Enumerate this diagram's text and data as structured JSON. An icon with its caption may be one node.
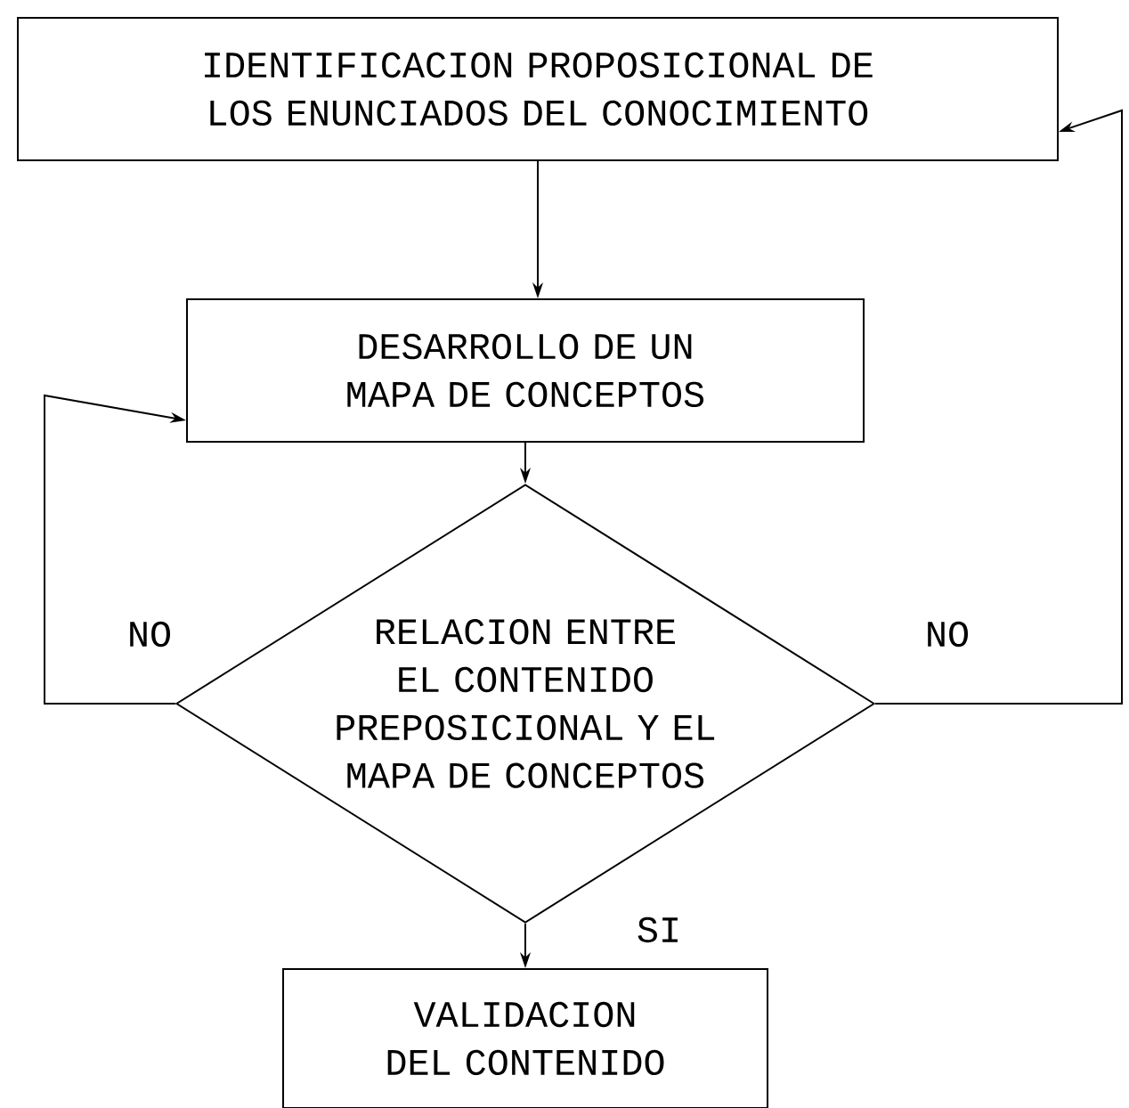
{
  "diagram": {
    "nodes": [
      {
        "text": [
          "IDENTIFICACION PROPOSICIONAL DE LOS ENUNCIADOS DEL CONOCIMIENTO"
        ]
      },
      {
        "text": [
          "DESARROLLO DE UN MAPA DE CONCEPTOS"
        ]
      },
      {
        "text": [
          "RELACION ENTRE EL CONTENIDO PREPOSICIONAL Y EL MAPA DE CONCEPTOS"
        ]
      },
      {
        "text": [
          "VALIDACION DEL CONTENIDO"
        ]
      }
    ],
    "edges": [
      {
        "from": 0,
        "to": 1,
        "arrow": "to"
      },
      {
        "from": 1,
        "to": 2,
        "arrow": "to"
      },
      {
        "from": 2,
        "to": 0,
        "arrow": "to",
        "label": "NO"
      },
      {
        "from": 2,
        "to": 1,
        "arrow": "to",
        "label": "NO"
      },
      {
        "from": 2,
        "to": 3,
        "arrow": "to",
        "label": "SI"
      }
    ]
  }
}
